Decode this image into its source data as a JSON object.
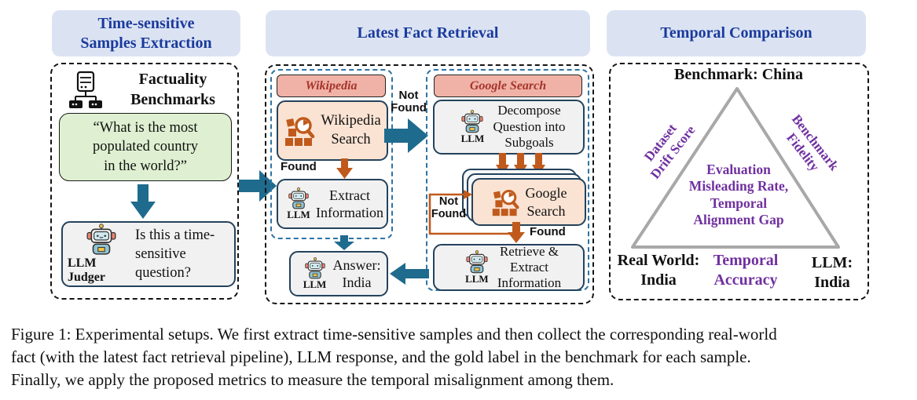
{
  "colors": {
    "header_bg": "#dbe3f3",
    "header_text": "#1a3a9c",
    "teal": "#1f6b8e",
    "orange": "#c05a1c",
    "salmon_bg": "#f0b2a6",
    "salmon_text": "#a5342c",
    "peach_bg": "#fae3d3",
    "gray_bg": "#f1f1f1",
    "green_bg": "#def0d1",
    "slate_border": "#24425c",
    "purple": "#7030a0",
    "triangle_gray": "#a8a8a8"
  },
  "extraction": {
    "title": "Time-sensitive\nSamples Extraction",
    "benchmarks_label": "Factuality\nBenchmarks",
    "question": "“What is the most\npopulated country\nin the world?”",
    "judger_label": "LLM Judger",
    "judger_question": "Is this a time-\nsensitive\nquestion?"
  },
  "retrieval": {
    "title": "Latest Fact Retrieval",
    "not_found_label": "Not\nFound",
    "wikipedia": {
      "header": "Wikipedia",
      "search_label": "Wikipedia\nSearch",
      "found_label": "Found",
      "llm_label": "LLM",
      "extract_label": "Extract\nInformation"
    },
    "google": {
      "header": "Google Search",
      "llm_label": "LLM",
      "decompose_label": "Decompose\nQuestion into\nSubgoals",
      "search_label": "Google\nSearch",
      "not_found_label": "Not\nFound",
      "found_label": "Found",
      "retrieve_llm_label": "LLM",
      "retrieve_label": "Retrieve &\nExtract\nInformation"
    },
    "answer": {
      "llm_label": "LLM",
      "text": "Answer:\nIndia"
    }
  },
  "comparison": {
    "title": "Temporal Comparison",
    "top_label": "Benchmark: China",
    "left_edge_label": "Dataset\nDrift Score",
    "right_edge_label": "Benchmark\nFidelity",
    "center_label": "Evaluation\nMisleading Rate,\nTemporal\nAlignment Gap",
    "bottom_left_label": "Real World:\nIndia",
    "bottom_center_label": "Temporal\nAccuracy",
    "bottom_right_label": "LLM:\nIndia"
  },
  "caption": "Figure 1: Experimental setups. We first extract time-sensitive samples and then collect the corresponding real-world\nfact (with the latest fact retrieval pipeline), LLM response, and the gold label in the benchmark for each sample.\nFinally, we apply the proposed metrics to measure the temporal misalignment among them."
}
